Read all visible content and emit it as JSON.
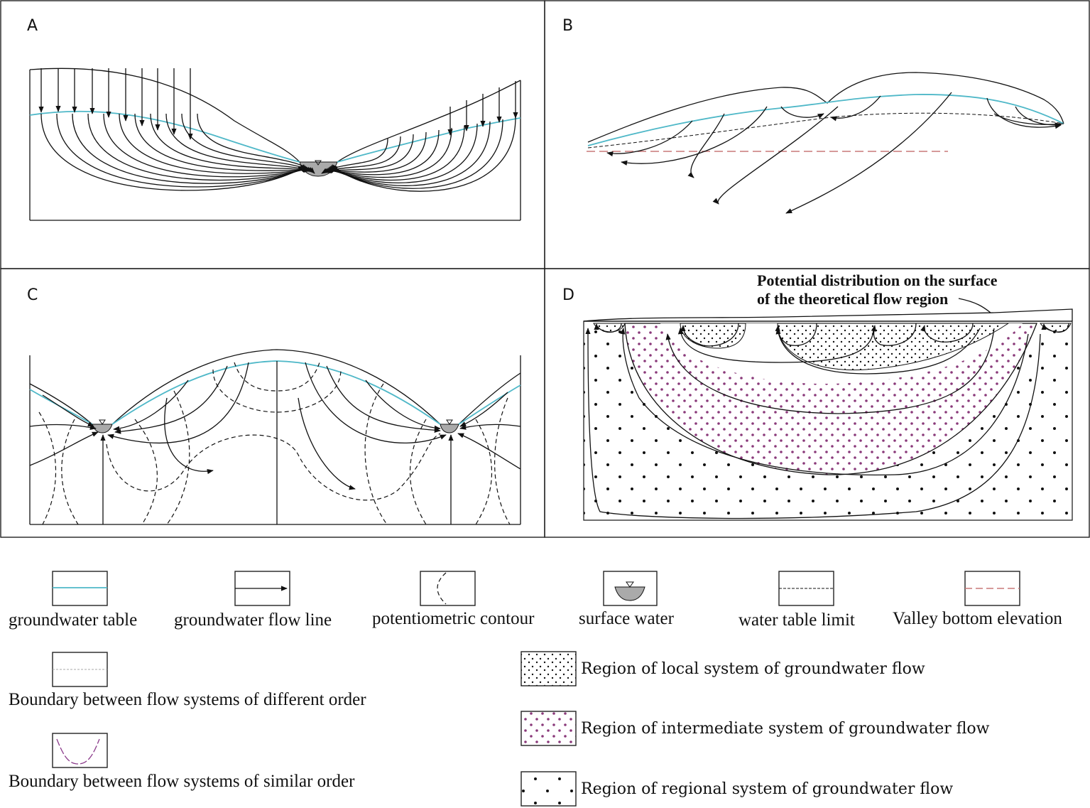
{
  "panels": [
    {
      "id": "A",
      "label": "A"
    },
    {
      "id": "B",
      "label": "B"
    },
    {
      "id": "C",
      "label": "C"
    },
    {
      "id": "D",
      "label": "D"
    }
  ],
  "annotation_d": {
    "line1": "Potential distribution on the surface",
    "line2": "of the theoretical flow region"
  },
  "legend": {
    "row1": [
      {
        "key": "groundwater-table",
        "label": "groundwater table"
      },
      {
        "key": "groundwater-flow-line",
        "label": "groundwater flow line"
      },
      {
        "key": "potentiometric-contour",
        "label": "potentiometric contour"
      },
      {
        "key": "surface-water",
        "label": "surface water"
      },
      {
        "key": "water-table-limit",
        "label": "water table limit"
      },
      {
        "key": "valley-bottom-elevation",
        "label": "Valley bottom elevation"
      }
    ],
    "boundary_different": "Boundary between flow systems of different order",
    "boundary_similar": "Boundary between flow systems of similar order",
    "region_local": "Region of local system of groundwater flow",
    "region_intermediate": "Region of intermediate system of groundwater flow",
    "region_regional": "Region of regional system of groundwater flow"
  },
  "colors": {
    "water_table": "#4fb8c8",
    "valley_bottom": "#c87878",
    "intermediate_dots": "#8a3a7a",
    "surface_water": "#aaaaaa",
    "similar_boundary": "#8a3a8a"
  }
}
